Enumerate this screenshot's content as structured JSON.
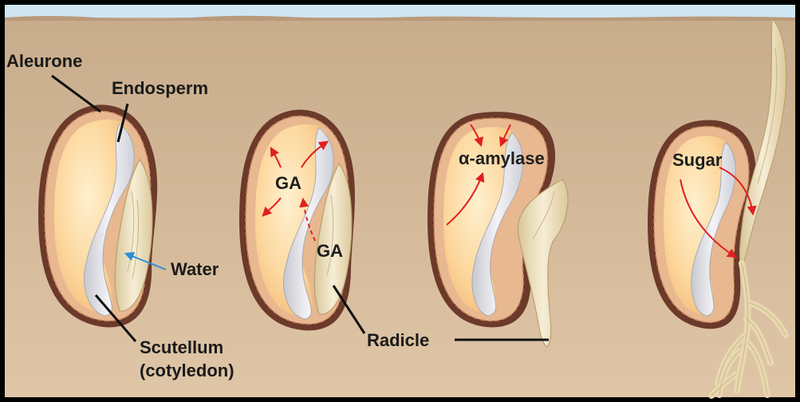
{
  "labels": {
    "aleurone": "Aleurone",
    "endosperm": "Endosperm",
    "water": "Water",
    "scutellum_line1": "Scutellum",
    "scutellum_line2": "(cotyledon)",
    "ga_endosperm": "GA",
    "ga_embryo": "GA",
    "alpha_amylase": "α-amylase",
    "radicle": "Radicle",
    "sugar": "Sugar"
  },
  "colors": {
    "soil_top": "#c9ad8e",
    "soil_bottom": "#ddc3a2",
    "sky": "#cfe6f2",
    "seed_coat": "#6b3a2a",
    "aleurone_cells": "#e8b890",
    "endosperm": "#fcd9a0",
    "scutellum": "#dcdde3",
    "embryo": "#efe3c2",
    "arrow_red": "#e02020",
    "arrow_blue": "#2a8fd8"
  }
}
